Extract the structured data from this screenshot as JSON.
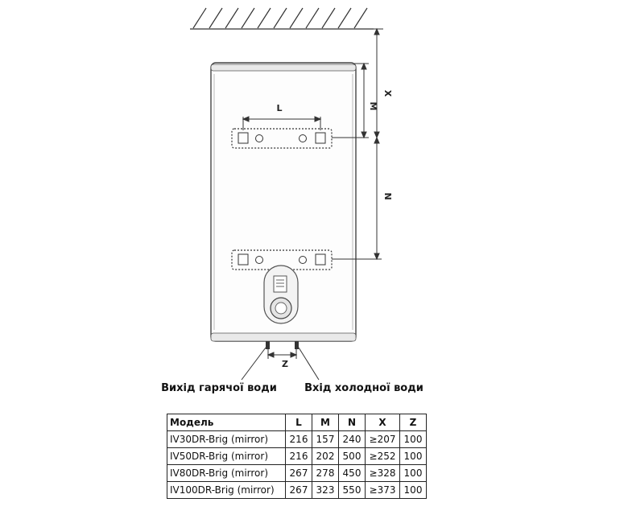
{
  "dimensions": {
    "l": "L",
    "m": "M",
    "n": "N",
    "x": "X",
    "z": "Z"
  },
  "connections": {
    "hot_outlet": "Вихід гарячої води",
    "cold_inlet": "Вхід холодної води"
  },
  "table": {
    "headers": [
      "Модель",
      "L",
      "M",
      "N",
      "X",
      "Z"
    ],
    "rows": [
      [
        "IV30DR-Brig (mirror)",
        "216",
        "157",
        "240",
        "≥207",
        "100"
      ],
      [
        "IV50DR-Brig (mirror)",
        "216",
        "202",
        "500",
        "≥252",
        "100"
      ],
      [
        "IV80DR-Brig (mirror)",
        "267",
        "278",
        "450",
        "≥328",
        "100"
      ],
      [
        "IV100DR-Brig (mirror)",
        "267",
        "323",
        "550",
        "≥373",
        "100"
      ]
    ]
  }
}
